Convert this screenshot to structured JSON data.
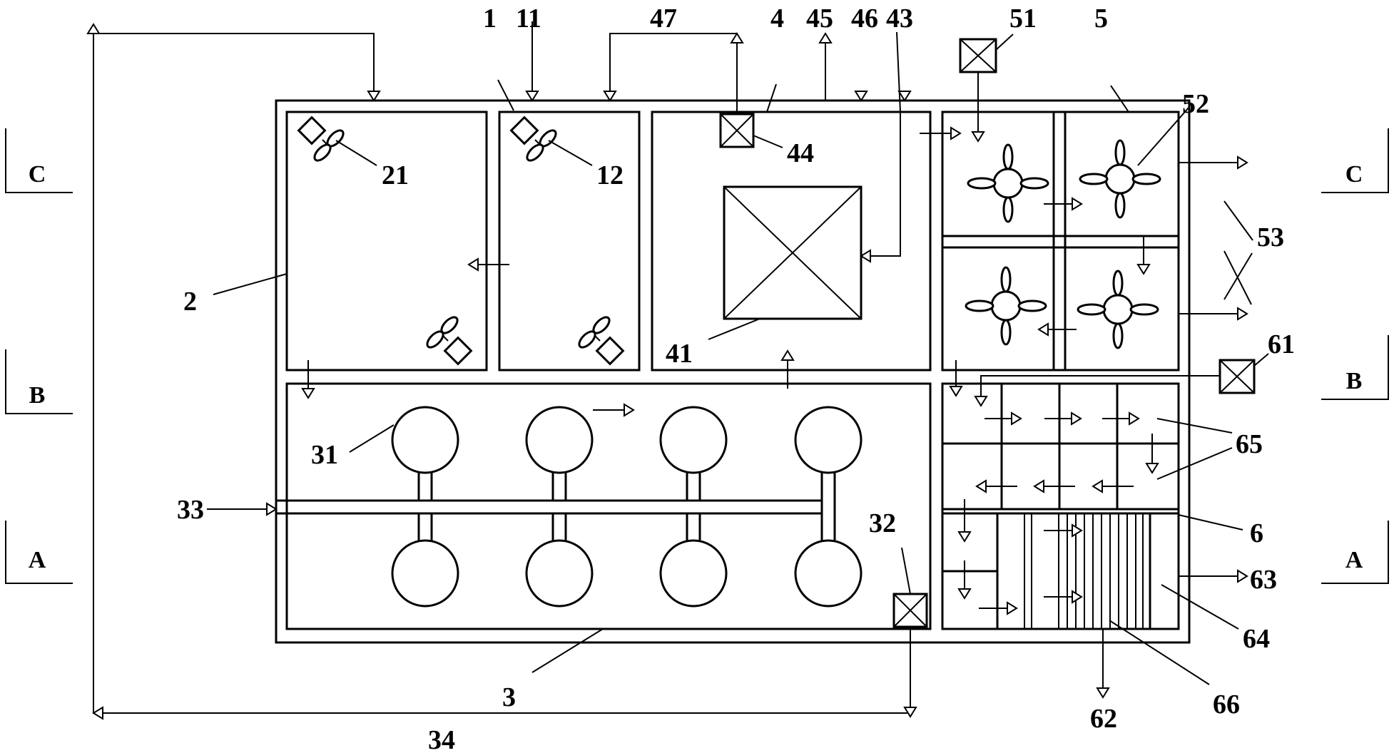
{
  "labels": {
    "l1": "1",
    "l11": "11",
    "l47": "47",
    "l4": "4",
    "l45": "45",
    "l46": "46",
    "l43": "43",
    "l51": "51",
    "l5": "5",
    "l52": "52",
    "l21": "21",
    "l12": "12",
    "l44": "44",
    "l53": "53",
    "l2": "2",
    "l41": "41",
    "l61": "61",
    "l31": "31",
    "l65": "65",
    "l33": "33",
    "l32": "32",
    "l6": "6",
    "l63": "63",
    "l64": "64",
    "l3": "3",
    "l66": "66",
    "l62": "62",
    "l34": "34"
  },
  "sections": {
    "c_left": "C",
    "c_right": "C",
    "b_left": "B",
    "b_right": "B",
    "a_left": "A",
    "a_right": "A"
  }
}
